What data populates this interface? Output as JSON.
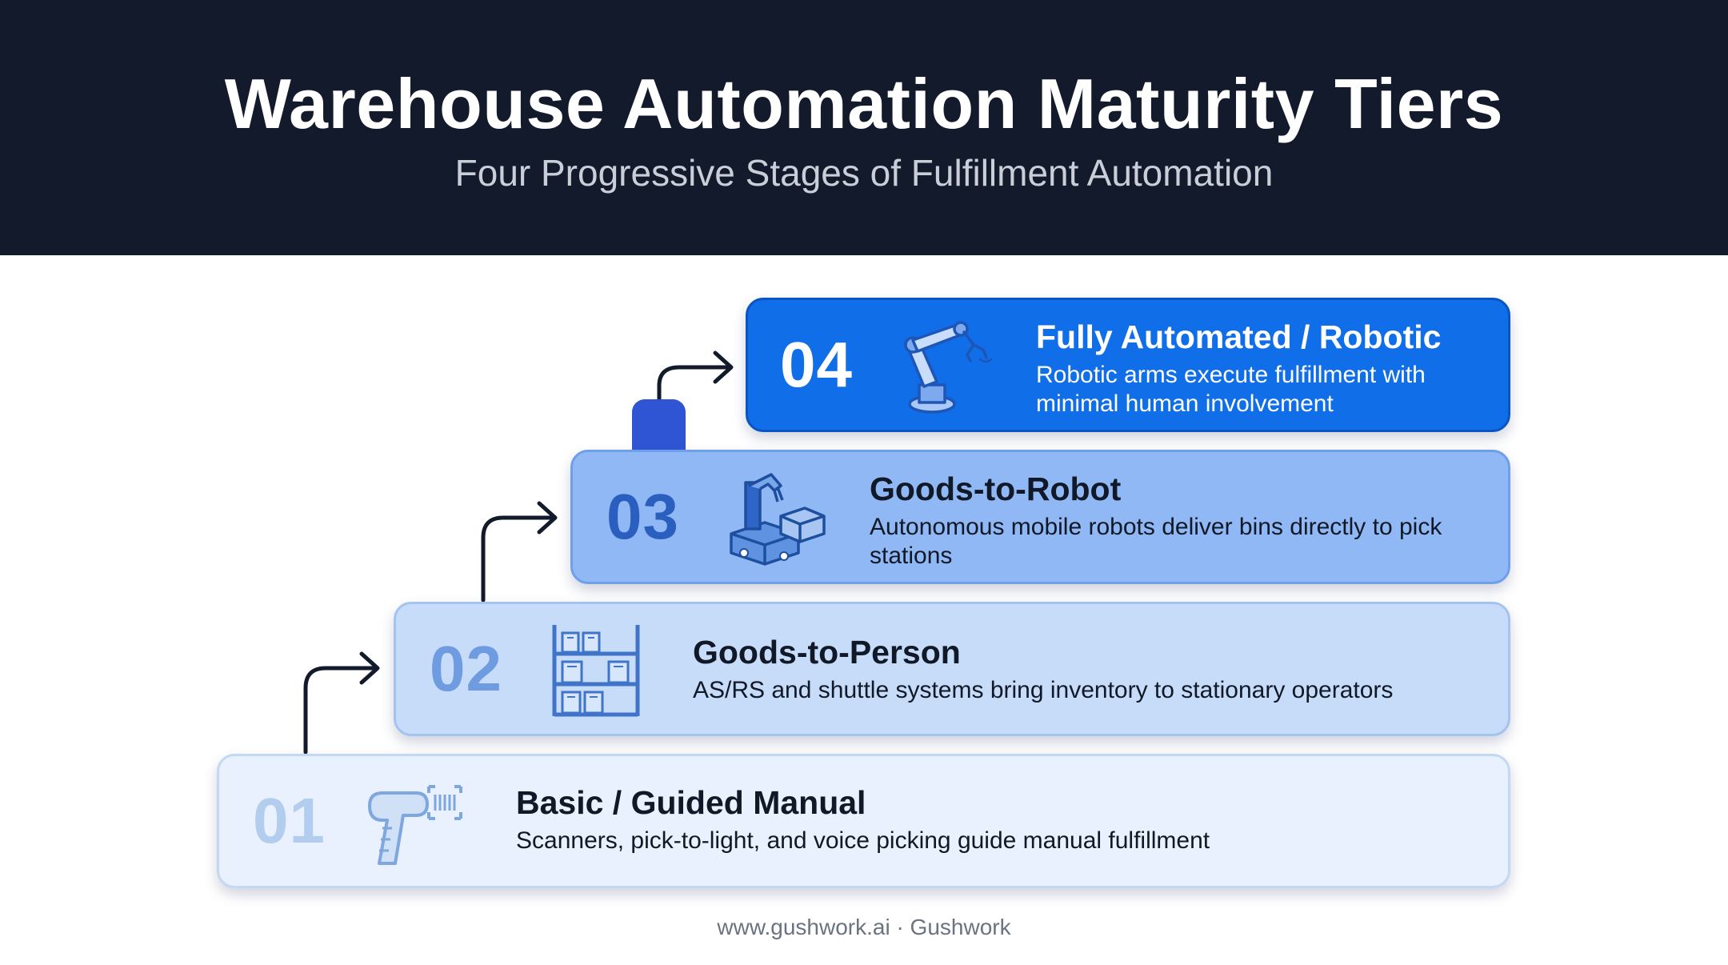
{
  "header": {
    "title": "Warehouse Automation Maturity Tiers",
    "subtitle": "Four Progressive Stages of Fulfillment Automation"
  },
  "tiers": [
    {
      "number": "01",
      "title": "Basic / Guided Manual",
      "description": "Scanners, pick-to-light, and voice picking guide manual fulfillment",
      "icon": "barcode-scanner-icon"
    },
    {
      "number": "02",
      "title": "Goods-to-Person",
      "description": "AS/RS and shuttle systems bring inventory to stationary operators",
      "icon": "storage-rack-icon"
    },
    {
      "number": "03",
      "title": "Goods-to-Robot",
      "description": "Autonomous mobile robots deliver bins directly to pick stations",
      "icon": "mobile-robot-icon"
    },
    {
      "number": "04",
      "title": "Fully Automated / Robotic",
      "description": "Robotic arms execute fulfillment with minimal human involvement",
      "icon": "robotic-arm-icon"
    }
  ],
  "colors": {
    "header_bg": "#131a2b",
    "tier1_bg": "#e8f1fd",
    "tier2_bg": "#c7dcf9",
    "tier3_bg": "#8fb8f5",
    "tier4_bg": "#0f6ee8",
    "connector": "#131a2b",
    "connector_block": "#2f55d4"
  },
  "footer": {
    "credit": "www.gushwork.ai · Gushwork"
  }
}
